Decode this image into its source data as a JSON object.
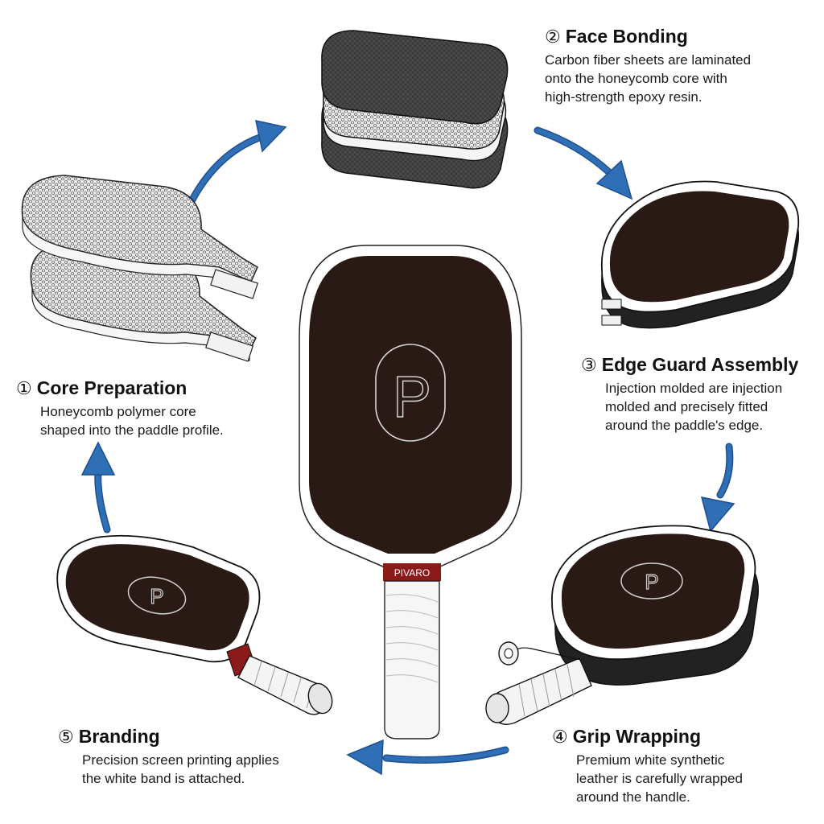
{
  "colors": {
    "arrow": "#2f6fb6",
    "paddle_face": "#2a1a16",
    "band": "#8b1a1a",
    "outline": "#222222"
  },
  "center_paddle": {
    "brand_label": "PIVARO",
    "logo_letter": "P"
  },
  "steps": [
    {
      "num": "①",
      "title": "Core Preparation",
      "desc": [
        "Honeycomb polymer core",
        "shaped into the paddle profile."
      ]
    },
    {
      "num": "②",
      "title": "Face Bonding",
      "desc": [
        "Carbon fiber sheets are laminated",
        "onto the honeycomb core with",
        "high-strength epoxy resin."
      ]
    },
    {
      "num": "③",
      "title": "Edge Guard Assembly",
      "desc": [
        "Injection molded are injection",
        "molded and precisely fitted",
        "around the paddle's edge."
      ]
    },
    {
      "num": "④",
      "title": "Grip Wrapping",
      "desc": [
        "Premium white synthetic",
        "leather is carefully wrapped",
        "around the handle."
      ]
    },
    {
      "num": "⑤",
      "title": "Branding",
      "desc": [
        "Precision screen printing applies",
        "the white band is attached."
      ]
    }
  ],
  "icons": {
    "cycle_arrows": "curved-arrow-icon",
    "paddle_logo": "p-logo-icon"
  }
}
